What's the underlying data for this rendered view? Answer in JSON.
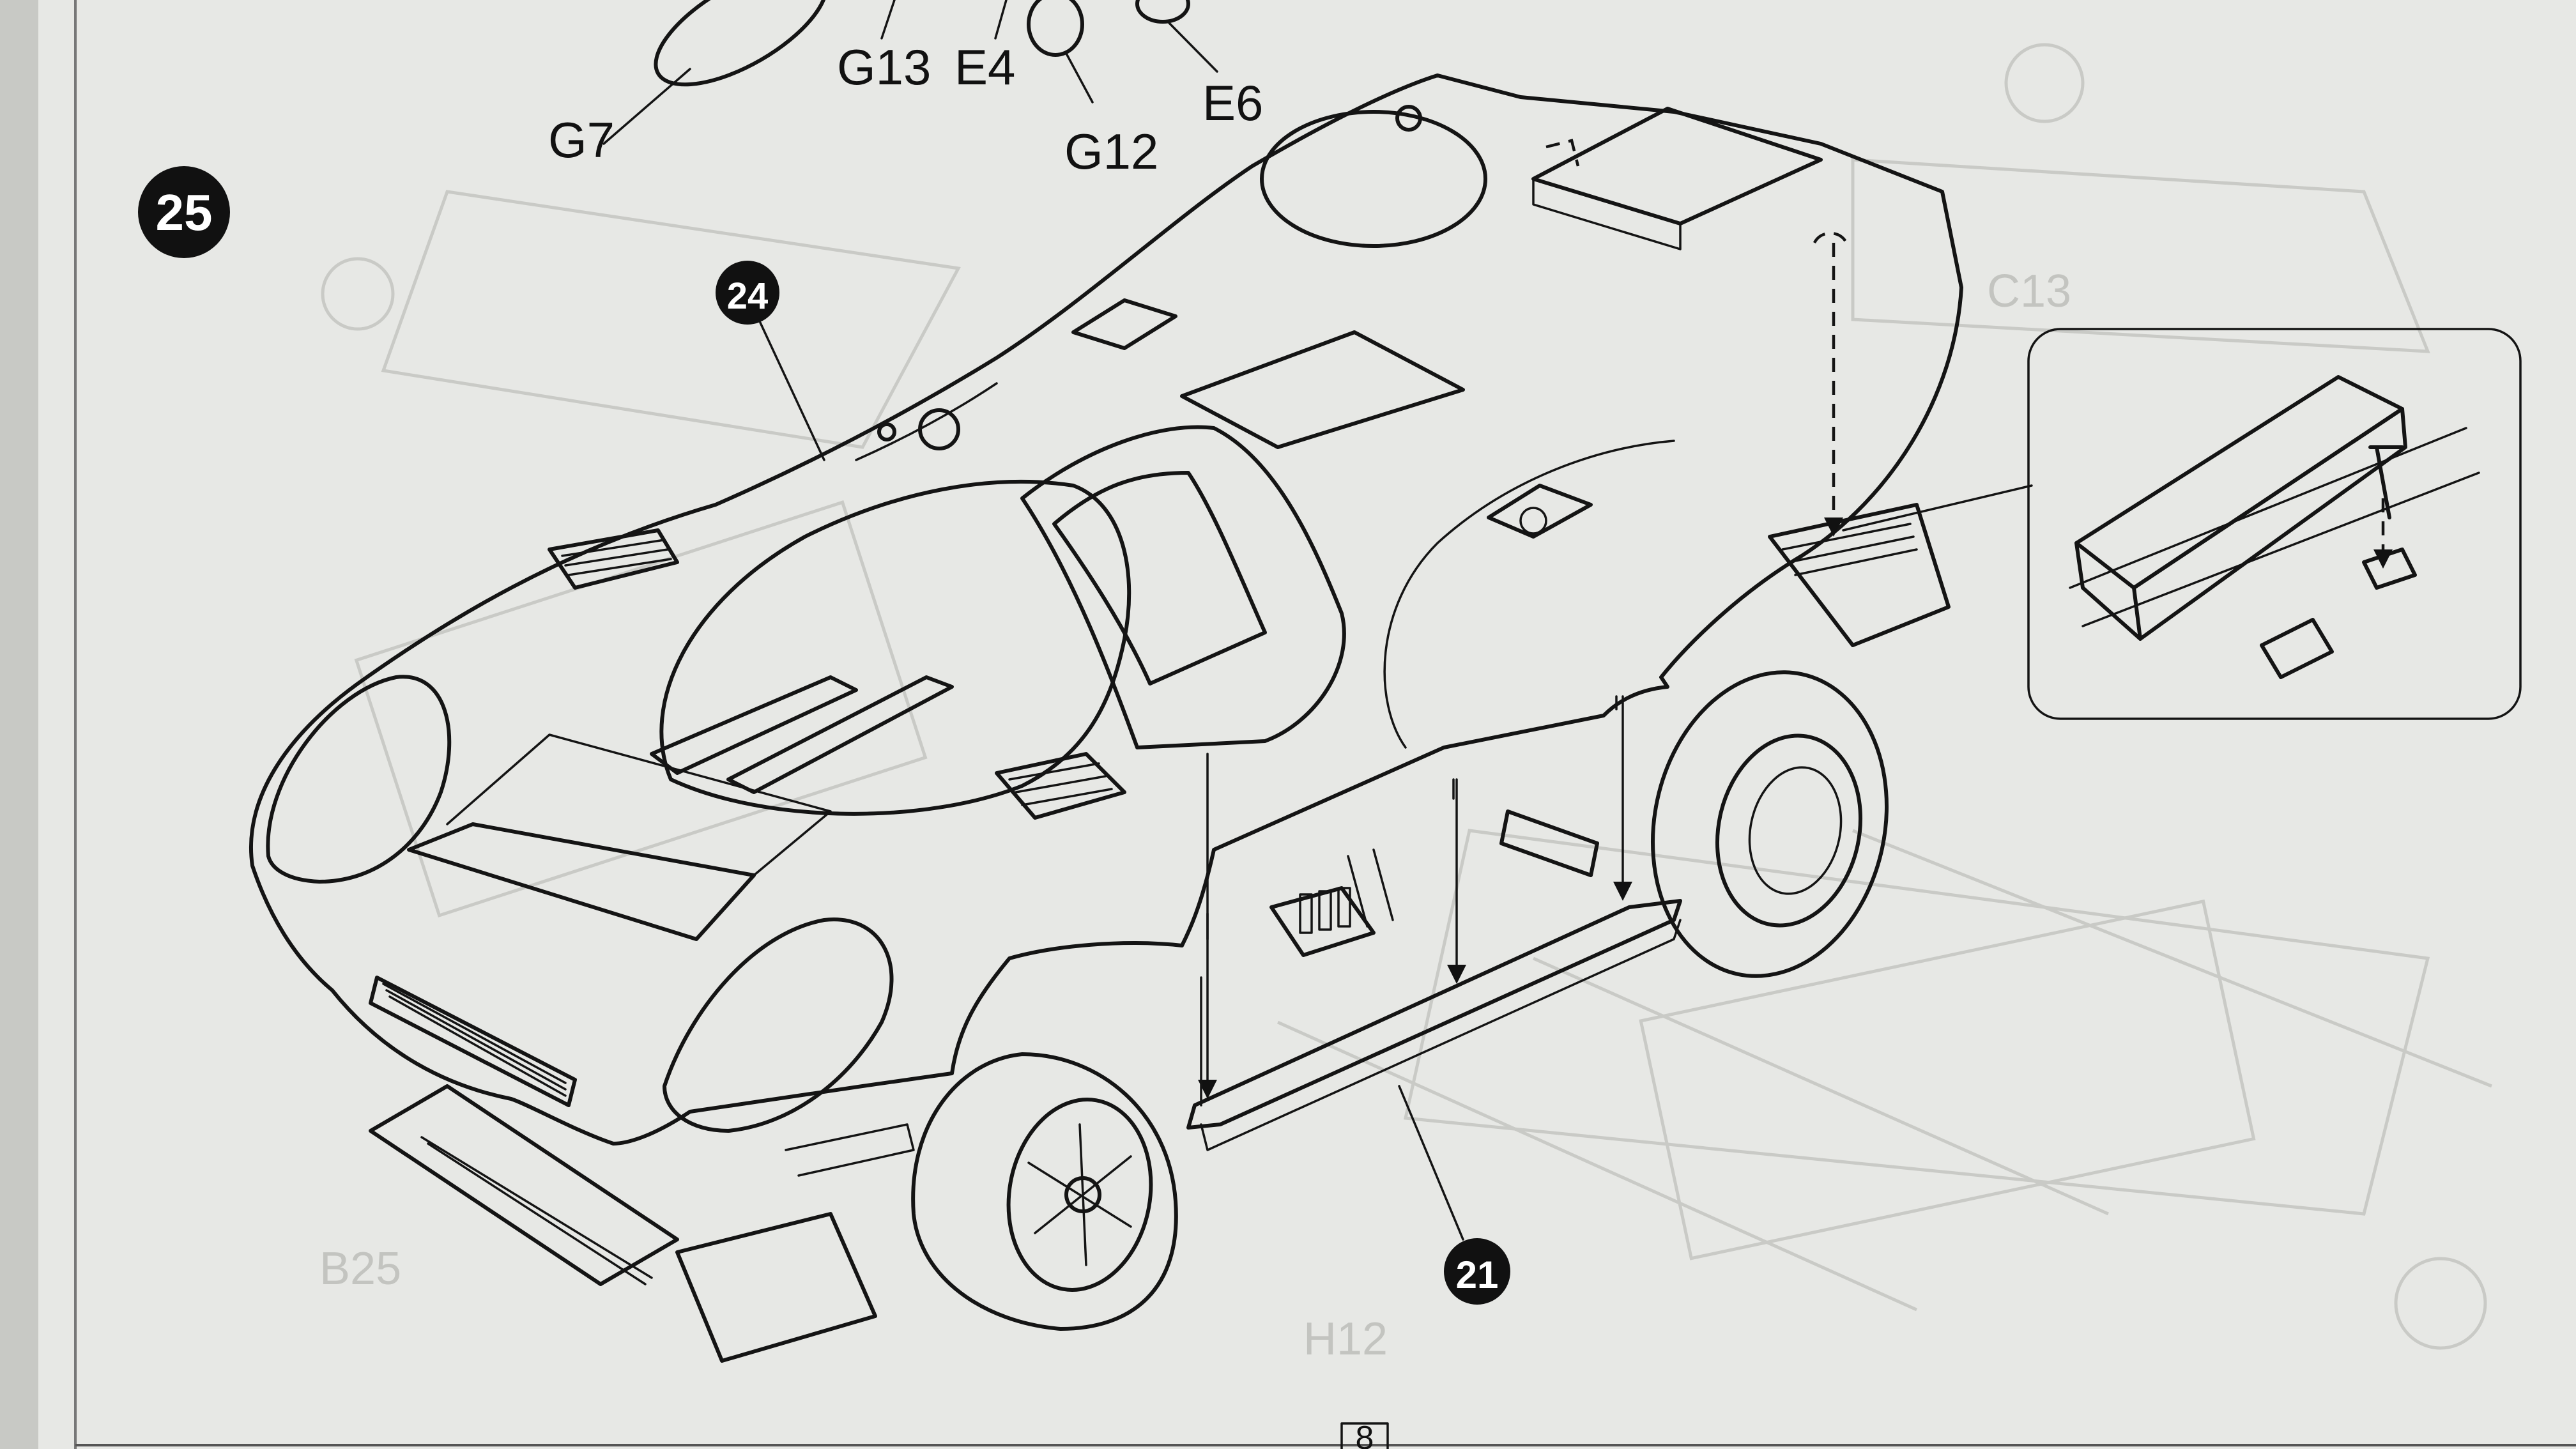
{
  "step": {
    "number": "25"
  },
  "subassemblies": [
    {
      "id": "body",
      "badge": "24"
    },
    {
      "id": "chassis",
      "badge": "21"
    }
  ],
  "part_labels": {
    "g7": "G7",
    "g13": "G13",
    "e4": "E4",
    "g12": "G12",
    "e6": "E6"
  },
  "background_labels": {
    "b25": "B25",
    "c13": "C13",
    "h12": "H12"
  },
  "page": {
    "number": "8"
  },
  "colors": {
    "paper": "#e7e8e5",
    "ink": "#141414",
    "ghost": "#c9cac6"
  }
}
